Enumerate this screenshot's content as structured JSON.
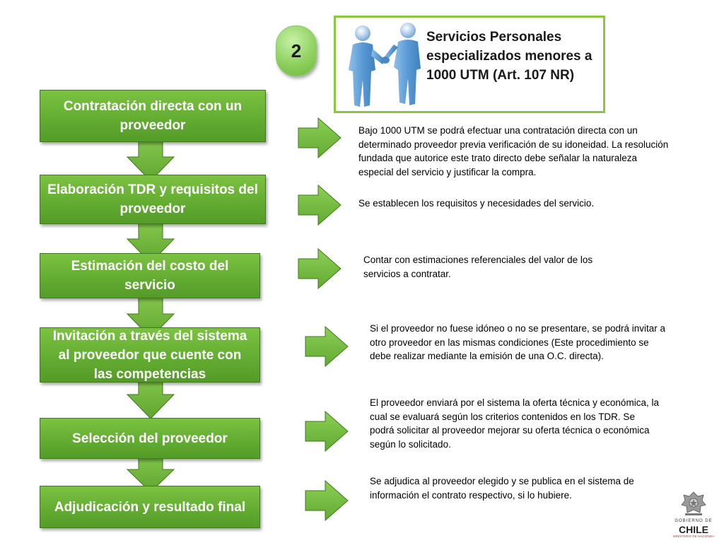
{
  "badge": {
    "number": "2"
  },
  "header": {
    "title": "Servicios Personales especializados menores a 1000 UTM (Art. 107 NR)",
    "image": "handshake-figures"
  },
  "steps": [
    {
      "label": "Contratación directa con un proveedor"
    },
    {
      "label": "Elaboración TDR y requisitos del proveedor"
    },
    {
      "label": "Estimación del costo del servicio"
    },
    {
      "label": "Invitación a través del sistema al proveedor que cuente con las competencias"
    },
    {
      "label": "Selección del proveedor"
    },
    {
      "label": "Adjudicación y resultado final"
    }
  ],
  "descriptions": [
    {
      "text": "Bajo 1000 UTM se podrá efectuar una contratación directa con un determinado proveedor previa verificación de su idoneidad. La resolución fundada que autorice este trato directo debe señalar la naturaleza especial del servicio y justificar la compra."
    },
    {
      "text": "Se establecen los requisitos y necesidades del servicio."
    },
    {
      "text": "Contar con estimaciones referenciales del valor de los servicios a contratar."
    },
    {
      "text": "Si el proveedor no fuese idóneo o no se presentare, se podrá invitar a otro proveedor en las mismas condiciones (Este procedimiento se debe realizar mediante la emisión de una O.C. directa)."
    },
    {
      "text": "El proveedor enviará por el sistema la oferta técnica y económica, la cual se evaluará según los criterios contenidos en los TDR. Se podrá solicitar al proveedor mejorar su oferta técnica o económica según lo solicitado."
    },
    {
      "text": "Se adjudica al proveedor elegido y se publica en el sistema de información el contrato respectivo, si lo hubiere."
    }
  ],
  "logo": {
    "line1": "GOBIERNO DE",
    "line2": "CHILE",
    "line3": "MINISTERIO DE HACIENDA"
  },
  "colors": {
    "step_fill": "#63ad32",
    "step_text": "#ffffff",
    "arrow_fill": "#7cc242",
    "header_border": "#8cc63f",
    "figure_blue": "#5b9bd5"
  }
}
